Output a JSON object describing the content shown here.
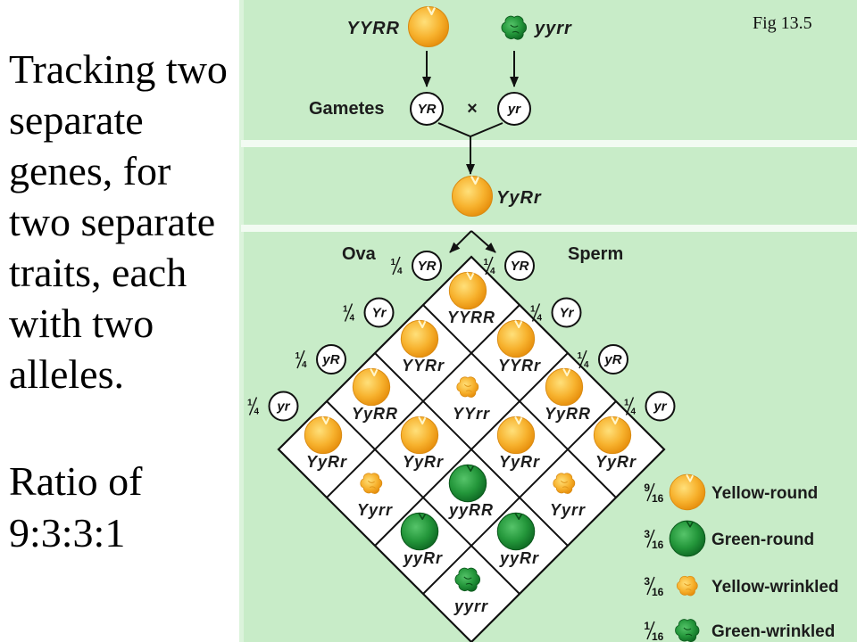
{
  "fig_label": "Fig 13.5",
  "intro_lines": [
    "Tracking two",
    "separate",
    "genes, for",
    "two separate",
    "traits, each",
    "with two",
    "alleles."
  ],
  "ratio_lines": [
    "Ratio of",
    "9:3:3:1"
  ],
  "parents": {
    "left": {
      "genotype": "YYRR",
      "pea": "yellow-round"
    },
    "right": {
      "genotype": "yyrr",
      "pea": "green-wrinkled"
    }
  },
  "gametes": {
    "label": "Gametes",
    "left": "YR",
    "cross": "×",
    "right": "yr"
  },
  "f1": {
    "genotype": "YyRr",
    "pea": "yellow-round"
  },
  "ova_label": "Ova",
  "sperm_label": "Sperm",
  "ova": [
    {
      "fraction": {
        "num": "1",
        "den": "4"
      },
      "allele": "YR"
    },
    {
      "fraction": {
        "num": "1",
        "den": "4"
      },
      "allele": "Yr"
    },
    {
      "fraction": {
        "num": "1",
        "den": "4"
      },
      "allele": "yR"
    },
    {
      "fraction": {
        "num": "1",
        "den": "4"
      },
      "allele": "yr"
    }
  ],
  "sperm": [
    {
      "fraction": {
        "num": "1",
        "den": "4"
      },
      "allele": "YR"
    },
    {
      "fraction": {
        "num": "1",
        "den": "4"
      },
      "allele": "Yr"
    },
    {
      "fraction": {
        "num": "1",
        "den": "4"
      },
      "allele": "yR"
    },
    {
      "fraction": {
        "num": "1",
        "den": "4"
      },
      "allele": "yr"
    }
  ],
  "grid": [
    [
      {
        "genotype": "YYRR",
        "pea": "yellow-round"
      },
      {
        "genotype": "YYRr",
        "pea": "yellow-round"
      },
      {
        "genotype": "YyRR",
        "pea": "yellow-round"
      },
      {
        "genotype": "YyRr",
        "pea": "yellow-round"
      }
    ],
    [
      {
        "genotype": "YYRr",
        "pea": "yellow-round"
      },
      {
        "genotype": "YYrr",
        "pea": "yellow-wrinkled"
      },
      {
        "genotype": "YyRr",
        "pea": "yellow-round"
      },
      {
        "genotype": "Yyrr",
        "pea": "yellow-wrinkled"
      }
    ],
    [
      {
        "genotype": "YyRR",
        "pea": "yellow-round"
      },
      {
        "genotype": "YyRr",
        "pea": "yellow-round"
      },
      {
        "genotype": "yyRR",
        "pea": "green-round"
      },
      {
        "genotype": "yyRr",
        "pea": "green-round"
      }
    ],
    [
      {
        "genotype": "YyRr",
        "pea": "yellow-round"
      },
      {
        "genotype": "Yyrr",
        "pea": "yellow-wrinkled"
      },
      {
        "genotype": "yyRr",
        "pea": "green-round"
      },
      {
        "genotype": "yyrr",
        "pea": "green-wrinkled"
      }
    ]
  ],
  "legend": [
    {
      "fraction": {
        "num": "9",
        "den": "16"
      },
      "pea": "yellow-round",
      "label": "Yellow-round"
    },
    {
      "fraction": {
        "num": "3",
        "den": "16"
      },
      "pea": "green-round",
      "label": "Green-round"
    },
    {
      "fraction": {
        "num": "3",
        "den": "16"
      },
      "pea": "yellow-wrinkled",
      "label": "Yellow-wrinkled"
    },
    {
      "fraction": {
        "num": "1",
        "den": "16"
      },
      "pea": "green-wrinkled",
      "label": "Green-wrinkled"
    }
  ],
  "colors": {
    "panel": "#c8ecc8",
    "yellow_pea": "#f7b22e",
    "green_pea": "#23963a",
    "text": "#1c1c1c"
  }
}
